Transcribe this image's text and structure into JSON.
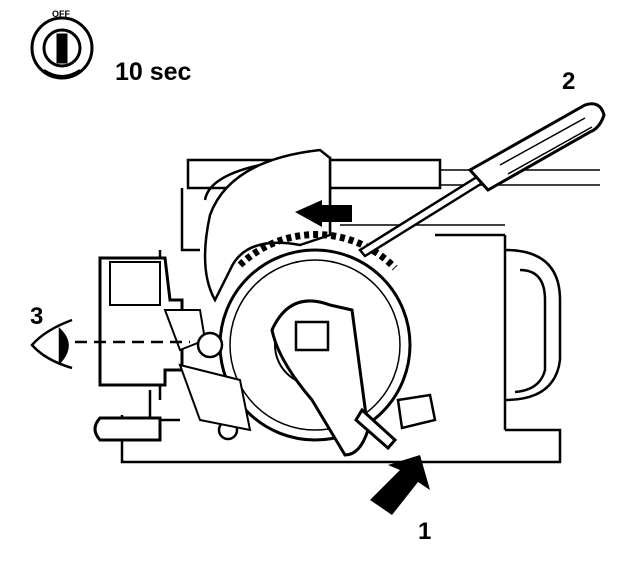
{
  "ignition": {
    "switch_label": "OFF",
    "duration": "10 sec"
  },
  "callouts": {
    "c1": "1",
    "c2": "2",
    "c3": "3"
  },
  "colors": {
    "ink": "#000000",
    "paper": "#ffffff"
  }
}
